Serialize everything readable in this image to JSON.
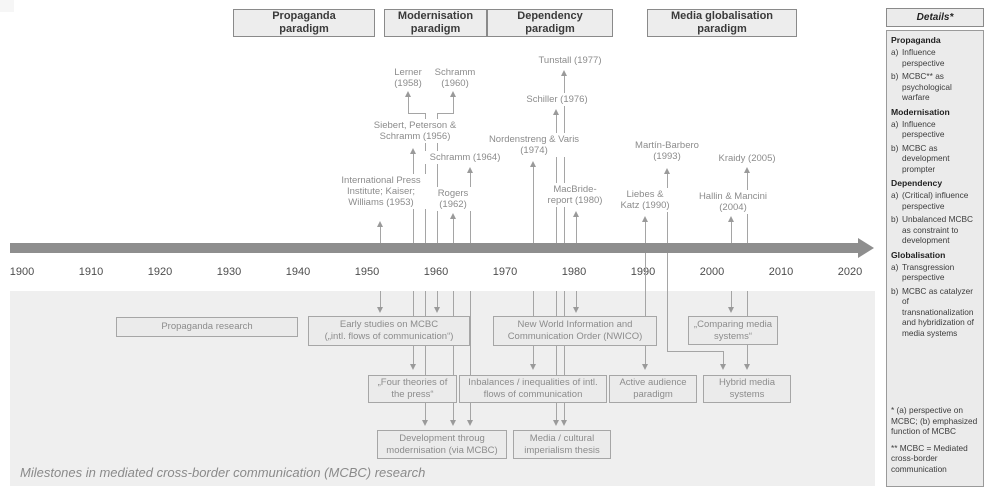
{
  "caption": "Milestones in mediated cross-border communication (MCBC) research",
  "paradigms": {
    "propaganda": "Propaganda\nparadigm",
    "modernisation": "Modernisation\nparadigm",
    "dependency": "Dependency\nparadigm",
    "globalisation": "Media globalisation\nparadigm"
  },
  "timeline": {
    "years": [
      "1900",
      "1910",
      "1920",
      "1930",
      "1940",
      "1950",
      "1960",
      "1970",
      "1980",
      "1990",
      "2000",
      "2010",
      "2020"
    ]
  },
  "citations": {
    "tunstall": "Tunstall (1977)",
    "lerner": "Lerner\n(1958)",
    "schramm60": "Schramm\n(1960)",
    "schiller": "Schiller (1976)",
    "siebert": "Siebert, Peterson &\nSchramm (1956)",
    "nordenstreng": "Nordenstreng & Varis\n(1974)",
    "martin": "Martín-Barbero\n(1993)",
    "kraidy": "Kraidy (2005)",
    "schramm64": "Schramm (1964)",
    "rogers": "Rogers\n(1962)",
    "ipi": "International Press\nInstitute; Kaiser;\nWilliams (1953)",
    "macbride": "MacBride-\nreport (1980)",
    "liebes": "Liebes &\nKatz (1990)",
    "hallin": "Hallin & Mancini\n(2004)"
  },
  "research": {
    "propaganda_research": "Propaganda research",
    "early_studies": "Early studies on MCBC\n(„intl. flows of communication“)",
    "nwico": "New World Information and\nCommunication Order (NWICO)",
    "comparing": "„Comparing media\nsystems“",
    "four_theories": "„Four theories of\nthe press“",
    "inbalances": "Inbalances / inequalities of intl.\nflows of communication",
    "active_audience": "Active audience\nparadigm",
    "hybrid": "Hybrid media\nsystems",
    "development": "Development throug\nmodernisation (via MCBC)",
    "media_cultural": "Media / cultural\nimperialism thesis"
  },
  "details": {
    "title": "Details*",
    "sections": [
      {
        "heading": "Propaganda",
        "items": [
          {
            "marker": "a)",
            "text": "Influence perspective"
          },
          {
            "marker": "b)",
            "text": "MCBC** as psychological warfare"
          }
        ]
      },
      {
        "heading": "Modernisation",
        "items": [
          {
            "marker": "a)",
            "text": "Influence perspective"
          },
          {
            "marker": "b)",
            "text": "MCBC as development prompter"
          }
        ]
      },
      {
        "heading": "Dependency",
        "items": [
          {
            "marker": "a)",
            "text": "(Critical) influence perspective"
          },
          {
            "marker": "b)",
            "text": "Unbalanced MCBC as constraint to development"
          }
        ]
      },
      {
        "heading": "Globalisation",
        "items": [
          {
            "marker": "a)",
            "text": "Transgression perspective"
          },
          {
            "marker": "b)",
            "text": "MCBC as catalyzer of transnationalization and hybridization of media systems"
          }
        ]
      }
    ],
    "footnotes": [
      "* (a) perspective on MCBC; (b) emphasized function of MCBC",
      "** MCBC = Mediated cross-border communication"
    ]
  },
  "colors": {
    "timeline_bar": "#8e8e8e",
    "connector_line": "#a5a5a5",
    "area_background": "#efefef",
    "box_background": "#ebebeb",
    "box_border": "#a6a6a6",
    "muted_text": "#8c8c8c",
    "dark_text": "#3c3c3c"
  }
}
